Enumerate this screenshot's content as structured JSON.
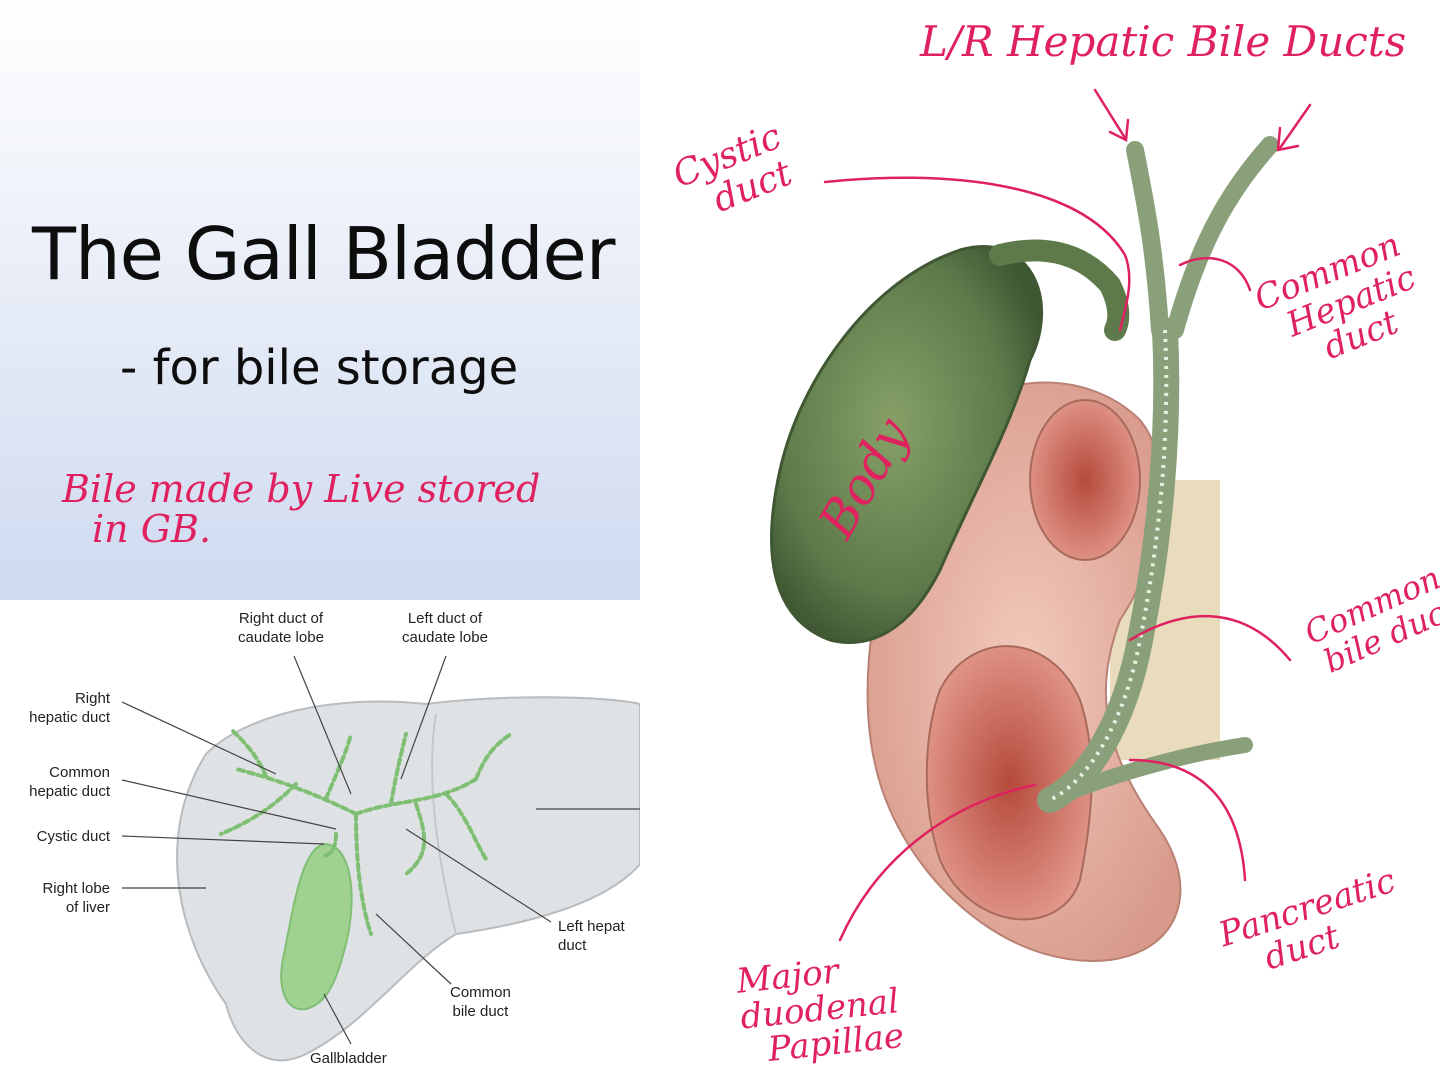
{
  "slide": {
    "title": "The Gall Bladder",
    "subtitle": "- for bile storage"
  },
  "handwritten_notes": {
    "bile_line1": "Bile made by Live stored",
    "bile_line2": "in GB.",
    "hepatic_bile_ducts": "L/R Hepatic Bile Ducts",
    "cystic_line1": "Cystic",
    "cystic_line2": "duct",
    "common_hepatic_line1": "Common",
    "common_hepatic_line2": "Hepatic",
    "common_hepatic_line3": "duct",
    "common_bile_line1": "Common",
    "common_bile_line2": "bile duct",
    "body": "Body",
    "pancreatic_line1": "Pancreatic",
    "pancreatic_line2": "duct",
    "major_line1": "Major",
    "major_line2": "duodenal",
    "major_line3": "Papillae"
  },
  "liver_diagram": {
    "labels": {
      "right_caudate": "Right duct of\ncaudate lobe",
      "left_caudate": "Left duct of\ncaudate lobe",
      "right_hepatic": "Right\nhepatic duct",
      "common_hepatic": "Common\nhepatic duct",
      "cystic": "Cystic duct",
      "right_lobe": "Right lobe\nof liver",
      "left_hepatic": "Left hepat\nduct",
      "common_bile": "Common\nbile duct",
      "gallbladder": "Gallbladder"
    }
  },
  "colors": {
    "annotation_pink": "#e0215f",
    "gallbladder_green": "#5e7a4a",
    "duodenum_pink": "#e7b3a6",
    "duct_green": "#8aa07a",
    "liver_grey": "#dfe2e4",
    "biliary_tree_green": "#7fbf74"
  }
}
